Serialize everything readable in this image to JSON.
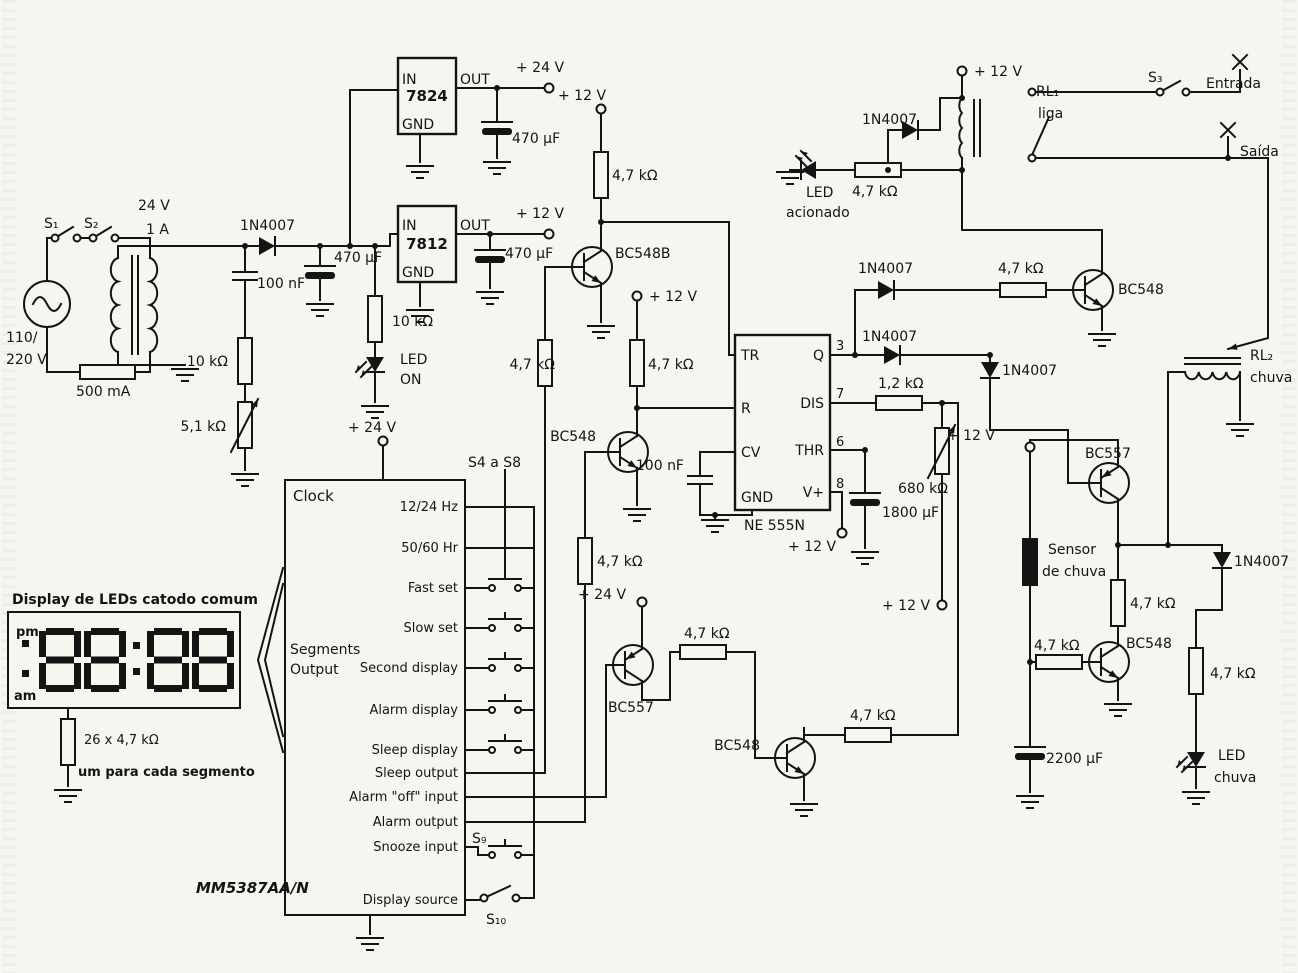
{
  "colors": {
    "ink": "#141414",
    "paper": "#f7f5f0"
  },
  "power": {
    "s1": "S₁",
    "s2": "S₂",
    "volts": "24 V",
    "amps": "1 A",
    "mains_a": "110/",
    "mains_b": "220 V",
    "fuse": "500 mA",
    "d1": "1N4007",
    "c1": "100 nF",
    "r1": "10 kΩ",
    "r2": "5,1 kΩ"
  },
  "reg": {
    "u1": "7824",
    "u1_in": "IN",
    "u1_out": "OUT",
    "u1_gnd": "GND",
    "v24": "+ 24 V",
    "c24": "470 µF",
    "u2": "7812",
    "u2_in": "IN",
    "u2_out": "OUT",
    "u2_gnd": "GND",
    "v12": "+ 12 V",
    "c12_in": "470 µF",
    "c12_out": "470 µF",
    "r_led": "10 kΩ",
    "led_a": "LED",
    "led_b": "ON"
  },
  "mid": {
    "v12_a": "+ 12 V",
    "r47_a": "4,7 kΩ",
    "q1": "BC548B",
    "v12_b": "+ 12 V",
    "r47_b": "4,7 kΩ",
    "r47_c": "4,7 kΩ",
    "q2": "BC548",
    "c_cv": "100 nF",
    "r47_d": "4,7 kΩ",
    "v24_b": "+ 24 V",
    "q3": "BC557",
    "r47_e": "4,7 kΩ",
    "q4": "BC548",
    "r47_f": "4,7 kΩ"
  },
  "timer": {
    "tr": "TR",
    "q": "Q",
    "r": "R",
    "dis": "DIS",
    "cv": "CV",
    "thr": "THR",
    "gnd": "GND",
    "vp": "V+",
    "p3": "3",
    "p7": "7",
    "p6": "6",
    "p8": "8",
    "name": "NE 555N",
    "v12": "+ 12 V",
    "r12k": "1,2 kΩ",
    "c1800": "1800 µF",
    "r680": "680 kΩ",
    "v12_b": "+ 12 V",
    "d2": "1N4007",
    "d3": "1N4007",
    "d4": "1N4007"
  },
  "rl1": {
    "v12": "+ 12 V",
    "led_a": "LED",
    "led_b": "acionado",
    "r47_a": "4,7 kΩ",
    "d5": "1N4007",
    "name": "RL₁",
    "mode": "liga",
    "s3": "S₃",
    "entrada": "Entrada",
    "saida": "Saída",
    "r47_b": "4,7 kΩ",
    "q5": "BC548"
  },
  "rl2": {
    "name": "RL₂",
    "mode": "chuva",
    "v12": "+ 12 V",
    "q6": "BC557",
    "sens_a": "Sensor",
    "sens_b": "de chuva",
    "r47_a": "4,7 kΩ",
    "r47_b": "4,7 kΩ",
    "q7": "BC548",
    "d6": "1N4007",
    "r47_c": "4,7 kΩ",
    "c2200": "2200 µF",
    "led_a": "LED",
    "led_b": "chuva"
  },
  "clock": {
    "title": "Clock",
    "seg_a": "Segments",
    "seg_b": "Output",
    "pins": [
      "12/24 Hz",
      "50/60 Hr",
      "Fast set",
      "Slow set",
      "Second display",
      "Alarm display",
      "Sleep display",
      "Sleep output",
      "Alarm \"off\" input",
      "Alarm output",
      "Snooze input",
      "Display source"
    ],
    "s48": "S4 a S8",
    "s9": "S₉",
    "s10": "S₁₀",
    "chip": "MM5387AA/N",
    "v24": "+ 24 V"
  },
  "disp": {
    "title": "Display de LEDs catodo comum",
    "pm": "pm",
    "am": "am",
    "r26": "26 x 4,7 kΩ",
    "note": "um para cada segmento"
  }
}
